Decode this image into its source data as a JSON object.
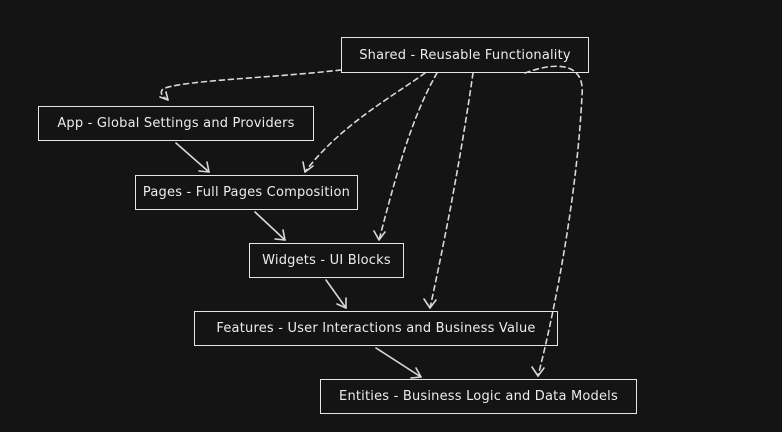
{
  "diagram": {
    "nodes": [
      {
        "id": "shared",
        "label": "Shared - Reusable Functionality"
      },
      {
        "id": "app",
        "label": "App - Global Settings and Providers"
      },
      {
        "id": "pages",
        "label": "Pages - Full Pages Composition"
      },
      {
        "id": "widgets",
        "label": "Widgets - UI Blocks"
      },
      {
        "id": "features",
        "label": "Features - User Interactions and Business Value"
      },
      {
        "id": "entities",
        "label": "Entities - Business Logic and Data Models"
      }
    ],
    "edges": [
      {
        "from": "app",
        "to": "pages",
        "style": "solid"
      },
      {
        "from": "pages",
        "to": "widgets",
        "style": "solid"
      },
      {
        "from": "widgets",
        "to": "features",
        "style": "solid"
      },
      {
        "from": "features",
        "to": "entities",
        "style": "solid"
      },
      {
        "from": "shared",
        "to": "app",
        "style": "dashed"
      },
      {
        "from": "shared",
        "to": "pages",
        "style": "dashed"
      },
      {
        "from": "shared",
        "to": "widgets",
        "style": "dashed"
      },
      {
        "from": "shared",
        "to": "features",
        "style": "dashed"
      },
      {
        "from": "shared",
        "to": "entities",
        "style": "dashed"
      }
    ]
  }
}
